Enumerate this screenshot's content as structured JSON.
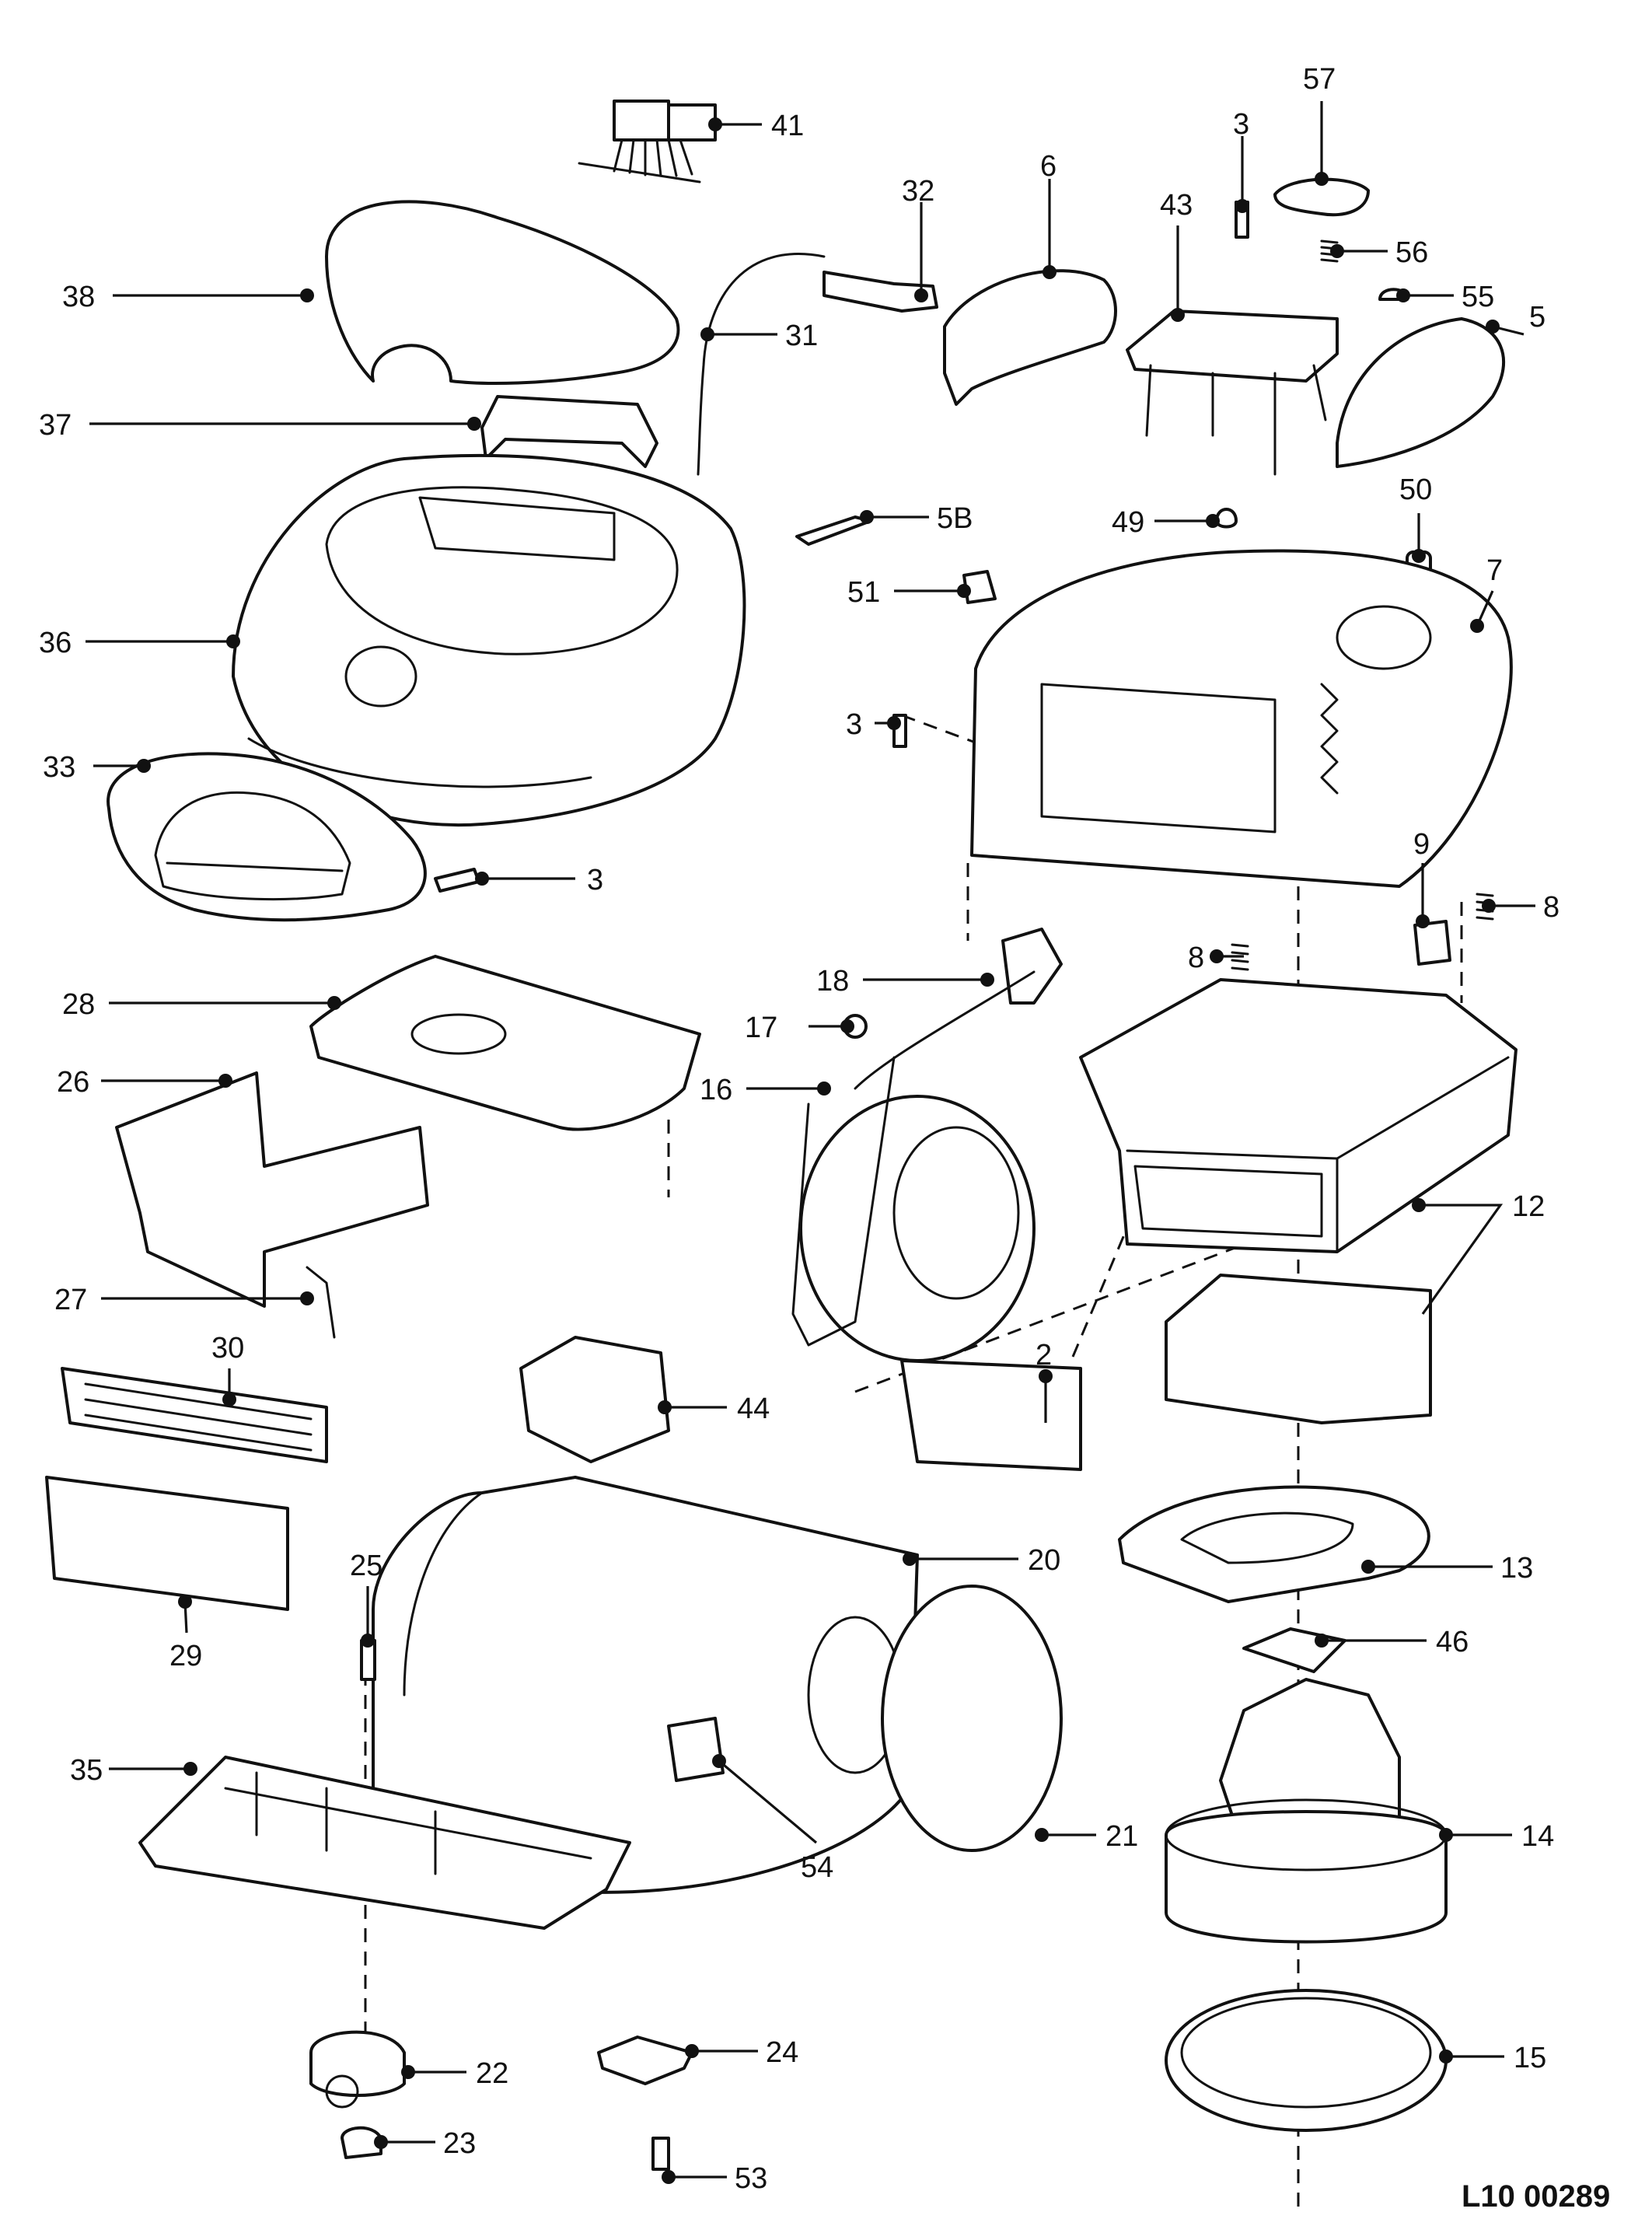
{
  "drawing_code": "L10 00289",
  "callouts": [
    {
      "label": "41"
    },
    {
      "label": "32"
    },
    {
      "label": "6"
    },
    {
      "label": "3"
    },
    {
      "label": "57"
    },
    {
      "label": "43"
    },
    {
      "label": "56"
    },
    {
      "label": "55"
    },
    {
      "label": "5"
    },
    {
      "label": "38"
    },
    {
      "label": "31"
    },
    {
      "label": "37"
    },
    {
      "label": "5B"
    },
    {
      "label": "49"
    },
    {
      "label": "50"
    },
    {
      "label": "51"
    },
    {
      "label": "7"
    },
    {
      "label": "36"
    },
    {
      "label": "3"
    },
    {
      "label": "33"
    },
    {
      "label": "3"
    },
    {
      "label": "9"
    },
    {
      "label": "8"
    },
    {
      "label": "8"
    },
    {
      "label": "18"
    },
    {
      "label": "28"
    },
    {
      "label": "17"
    },
    {
      "label": "26"
    },
    {
      "label": "16"
    },
    {
      "label": "12"
    },
    {
      "label": "27"
    },
    {
      "label": "2"
    },
    {
      "label": "30"
    },
    {
      "label": "44"
    },
    {
      "label": "13"
    },
    {
      "label": "20"
    },
    {
      "label": "25"
    },
    {
      "label": "29"
    },
    {
      "label": "46"
    },
    {
      "label": "35"
    },
    {
      "label": "54"
    },
    {
      "label": "21"
    },
    {
      "label": "14"
    },
    {
      "label": "22"
    },
    {
      "label": "24"
    },
    {
      "label": "15"
    },
    {
      "label": "23"
    },
    {
      "label": "53"
    }
  ]
}
